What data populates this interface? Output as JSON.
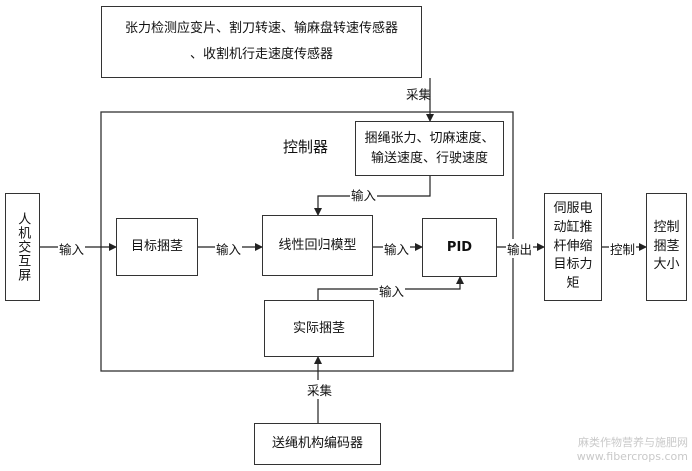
{
  "diagram": {
    "sensors_box": {
      "line1": "张力检测应变片、割刀转速、输麻盘转速传感器",
      "line2": "、收割机行走速度传感器"
    },
    "controller_title": "控制器",
    "params_box": {
      "line1": "捆绳张力、切麻速度、",
      "line2": "输送速度、行驶速度"
    },
    "hmi_box": "人机交互屏",
    "target_box": "目标捆茎",
    "model_box": "线性回归模型",
    "pid_box": "PID",
    "actual_box": "实际捆茎",
    "servo_box": "伺服电动缸推杆伸缩目标力矩",
    "control_box": "控制捆茎大小",
    "encoder_box": "送绳机构编码器",
    "labels": {
      "collect_top": "采集",
      "input_params": "输入",
      "input_hmi": "输入",
      "input_target": "输入",
      "input_model": "输入",
      "input_actual": "输入",
      "output": "输出",
      "control": "控制",
      "collect_bottom": "采集"
    },
    "watermark": {
      "line1": "麻类作物营养与施肥网",
      "line2": "www.fibercrops.com"
    }
  }
}
